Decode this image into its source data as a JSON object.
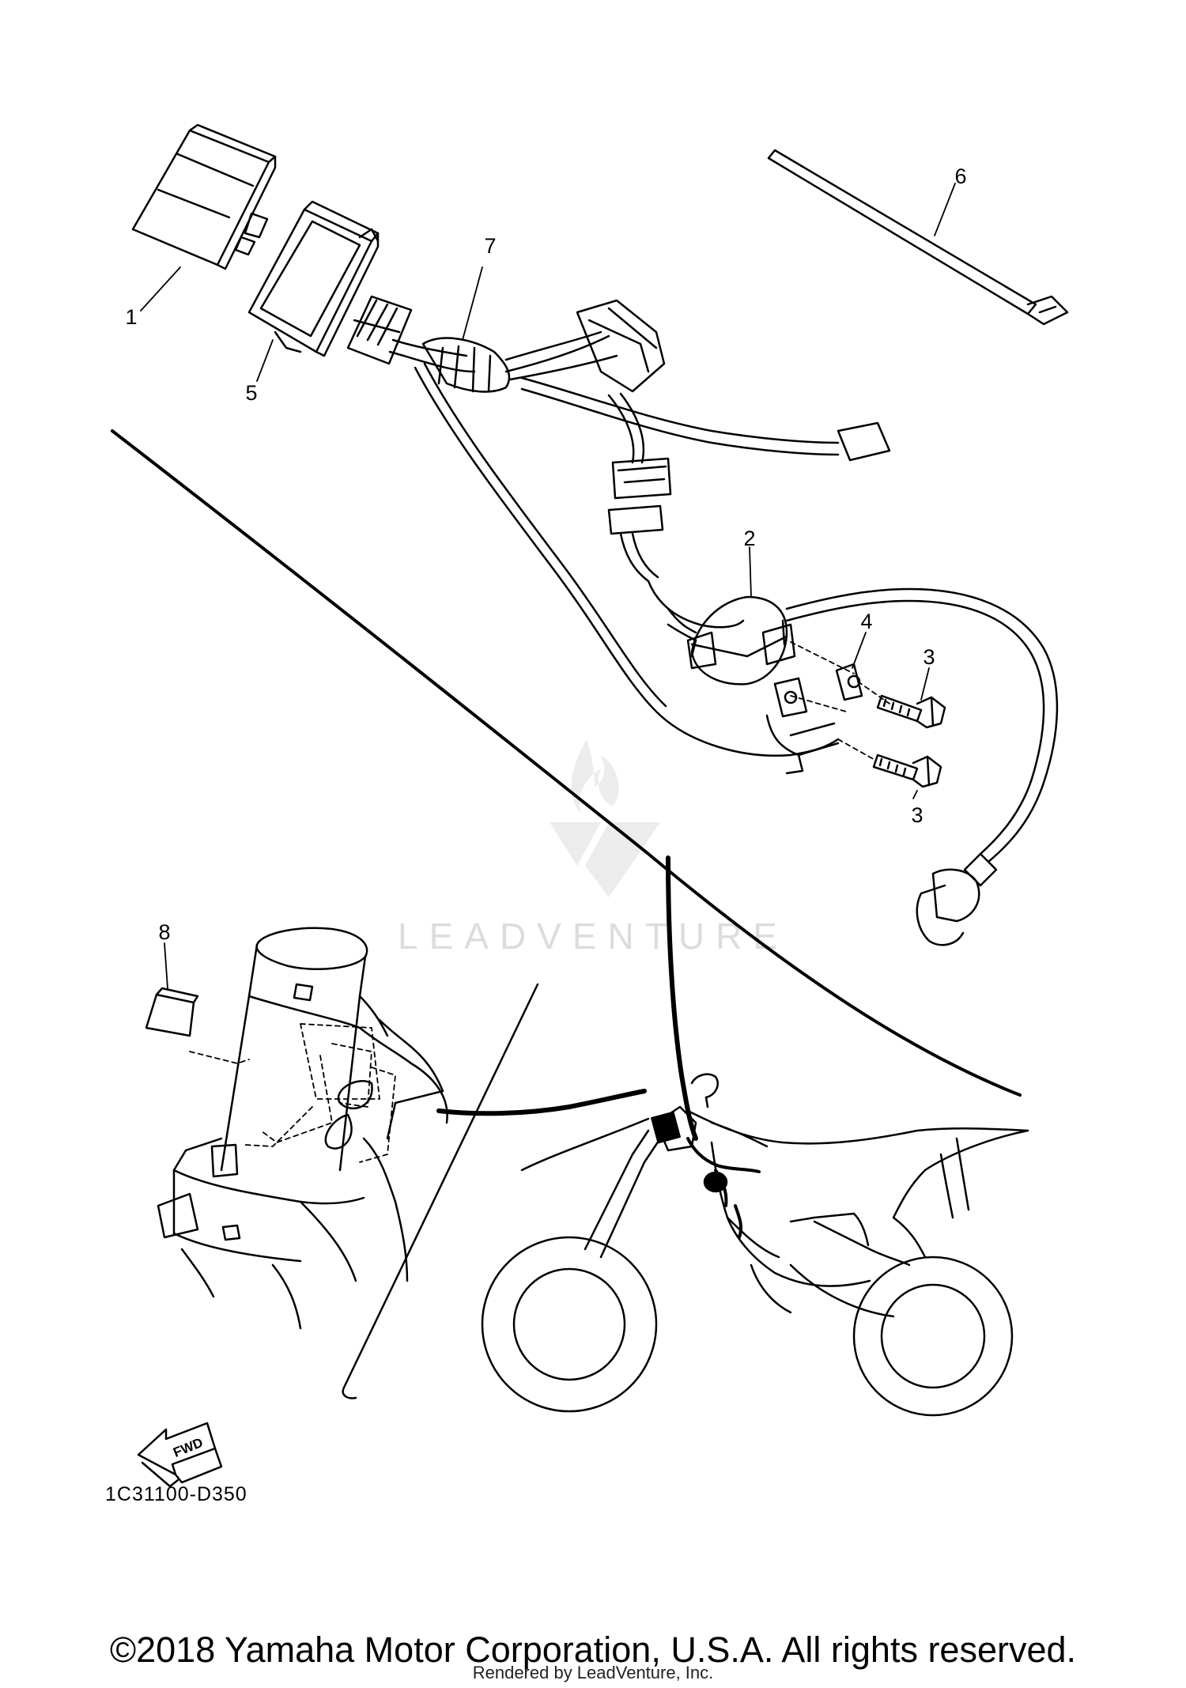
{
  "diagram": {
    "callouts": [
      {
        "id": "1",
        "label": "1"
      },
      {
        "id": "5",
        "label": "5"
      },
      {
        "id": "7",
        "label": "7"
      },
      {
        "id": "6",
        "label": "6"
      },
      {
        "id": "2",
        "label": "2"
      },
      {
        "id": "4",
        "label": "4"
      },
      {
        "id": "3a",
        "label": "3"
      },
      {
        "id": "3b",
        "label": "3"
      },
      {
        "id": "8",
        "label": "8"
      }
    ],
    "part_code": "1C31100-D350",
    "fwd_label": "FWD",
    "watermark": "LEADVENTURE"
  },
  "footer": {
    "copyright": "©2018 Yamaha Motor Corporation, U.S.A. All rights reserved.",
    "rendered_by": "Rendered by LeadVenture, Inc."
  }
}
